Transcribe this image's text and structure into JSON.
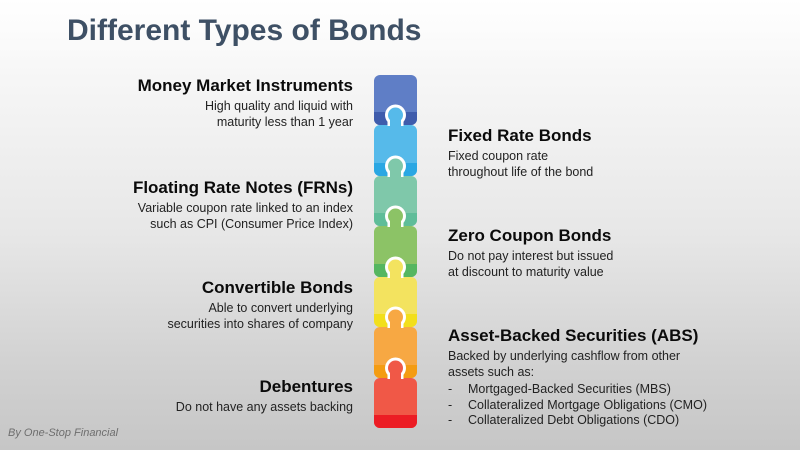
{
  "slide": {
    "title": "Different Types of Bonds",
    "title_color": "#3e5065",
    "footer": "By One-Stop Financial",
    "background_top": "#ffffff",
    "background_bottom": "#c6c6c6"
  },
  "left_items": [
    {
      "heading": "Money Market Instruments",
      "description": "High quality and liquid with\nmaturity less than 1 year"
    },
    {
      "heading": "Floating Rate Notes (FRNs)",
      "description": "Variable coupon rate linked to an index\nsuch as CPI (Consumer Price Index)"
    },
    {
      "heading": "Convertible Bonds",
      "description": "Able to convert underlying\nsecurities into shares of company"
    },
    {
      "heading": "Debentures",
      "description": "Do not have any assets backing"
    }
  ],
  "right_items": [
    {
      "heading": "Fixed Rate Bonds",
      "description": "Fixed coupon rate\nthroughout life of the bond"
    },
    {
      "heading": "Zero Coupon Bonds",
      "description": "Do not pay interest but issued\nat discount to maturity value"
    },
    {
      "heading": "Asset-Backed Securities (ABS)",
      "description": "Backed by underlying cashflow from other\nassets such as:",
      "bullet_marker": "-",
      "bullets": [
        "Mortgaged-Backed Securities (MBS)",
        "Collateralized Mortgage Obligations (CMO)",
        "Collateralized Debt Obligations (CDO)"
      ]
    }
  ],
  "puzzle": {
    "outline_color": "#ffffff",
    "pieces": [
      {
        "name": "piece-blue",
        "body": "#5f7ec6",
        "band": "#3f5cac"
      },
      {
        "name": "piece-sky",
        "body": "#56baea",
        "band": "#2aa7e3"
      },
      {
        "name": "piece-teal",
        "body": "#7fc8aa",
        "band": "#5fbd99"
      },
      {
        "name": "piece-green",
        "body": "#8cc366",
        "band": "#55b660"
      },
      {
        "name": "piece-yellow",
        "body": "#f3e35f",
        "band": "#f2df1b"
      },
      {
        "name": "piece-orange",
        "body": "#f7a843",
        "band": "#f49c12"
      },
      {
        "name": "piece-red",
        "body": "#f05847",
        "band": "#ec1c24"
      }
    ]
  }
}
